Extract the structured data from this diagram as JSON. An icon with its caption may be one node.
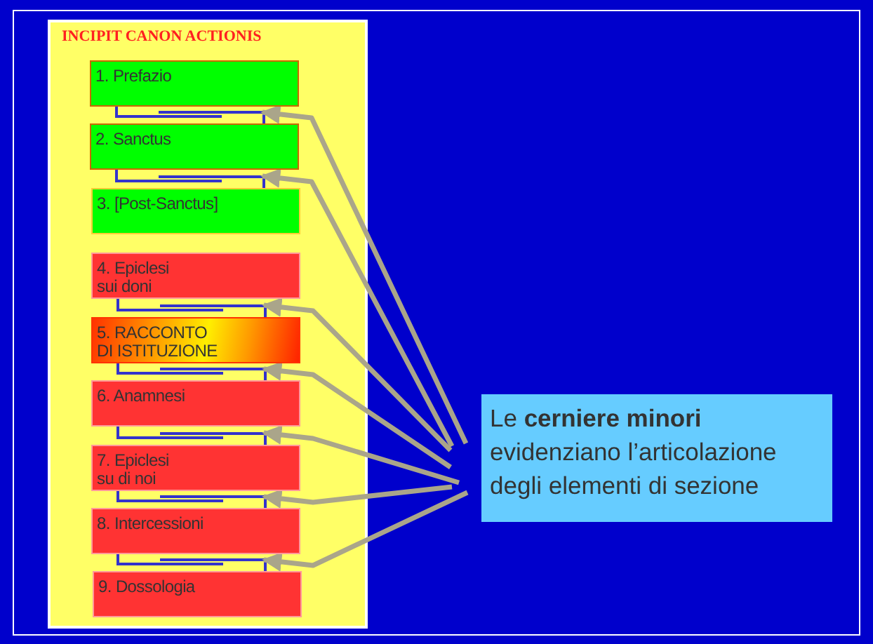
{
  "diagram": {
    "nodes": [
      {
        "text": [
          "INCIPIT CANON ACTIONIS"
        ]
      },
      {
        "text": [
          "1. Prefazio"
        ],
        "in": 0
      },
      {
        "text": [],
        "shape": "hinge",
        "in": 0
      },
      {
        "text": [
          "2. Sanctus"
        ],
        "in": 0
      },
      {
        "text": [],
        "shape": "hinge",
        "in": 0
      },
      {
        "text": [
          "3. [Post-Sanctus]"
        ],
        "in": 0
      },
      {
        "text": [
          "4. Epiclesi sui doni"
        ],
        "in": 0
      },
      {
        "text": [],
        "shape": "hinge",
        "in": 0
      },
      {
        "text": [
          "5. RACCONTO DI ISTITUZIONE"
        ],
        "in": 0
      },
      {
        "text": [],
        "shape": "hinge",
        "in": 0
      },
      {
        "text": [
          "6. Anamnesi"
        ],
        "in": 0
      },
      {
        "text": [],
        "shape": "hinge",
        "in": 0
      },
      {
        "text": [
          "7. Epiclesi su di noi"
        ],
        "in": 0
      },
      {
        "text": [],
        "shape": "hinge",
        "in": 0
      },
      {
        "text": [
          "8. Intercessioni"
        ],
        "in": 0
      },
      {
        "text": [],
        "shape": "hinge",
        "in": 0
      },
      {
        "text": [
          "9. Dossologia"
        ],
        "in": 0
      },
      {
        "text": [
          "Le **cerniere minori** evidenziano l’articolazione degli elementi di sezione"
        ]
      }
    ],
    "edges": [
      {
        "from": 17,
        "to": 2,
        "arrow": "to"
      },
      {
        "from": 17,
        "to": 4,
        "arrow": "to"
      },
      {
        "from": 17,
        "to": 7,
        "arrow": "to"
      },
      {
        "from": 17,
        "to": 9,
        "arrow": "to"
      },
      {
        "from": 17,
        "to": 11,
        "arrow": "to"
      },
      {
        "from": 17,
        "to": 13,
        "arrow": "to"
      },
      {
        "from": 17,
        "to": 15,
        "arrow": "to"
      }
    ]
  }
}
